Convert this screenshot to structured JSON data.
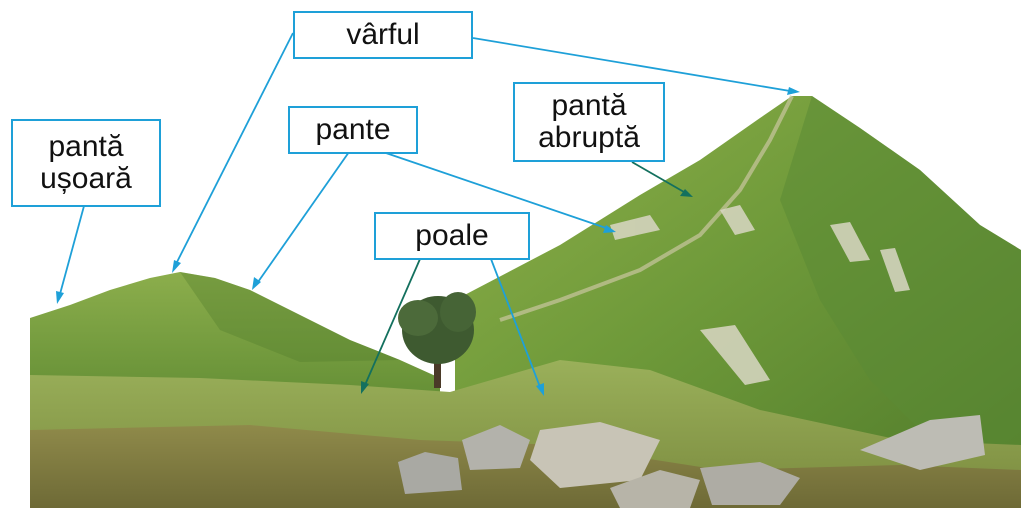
{
  "labels": {
    "varful": "vârful",
    "panta_usoara": [
      "pantă",
      "ușoară"
    ],
    "pante": "pante",
    "panta_abrupta": [
      "pantă",
      "abruptă"
    ],
    "poale": "poale"
  },
  "colors": {
    "label_border": "#1ea0d8",
    "arrow_blue": "#1ea0d8",
    "arrow_dark": "#13705e"
  }
}
